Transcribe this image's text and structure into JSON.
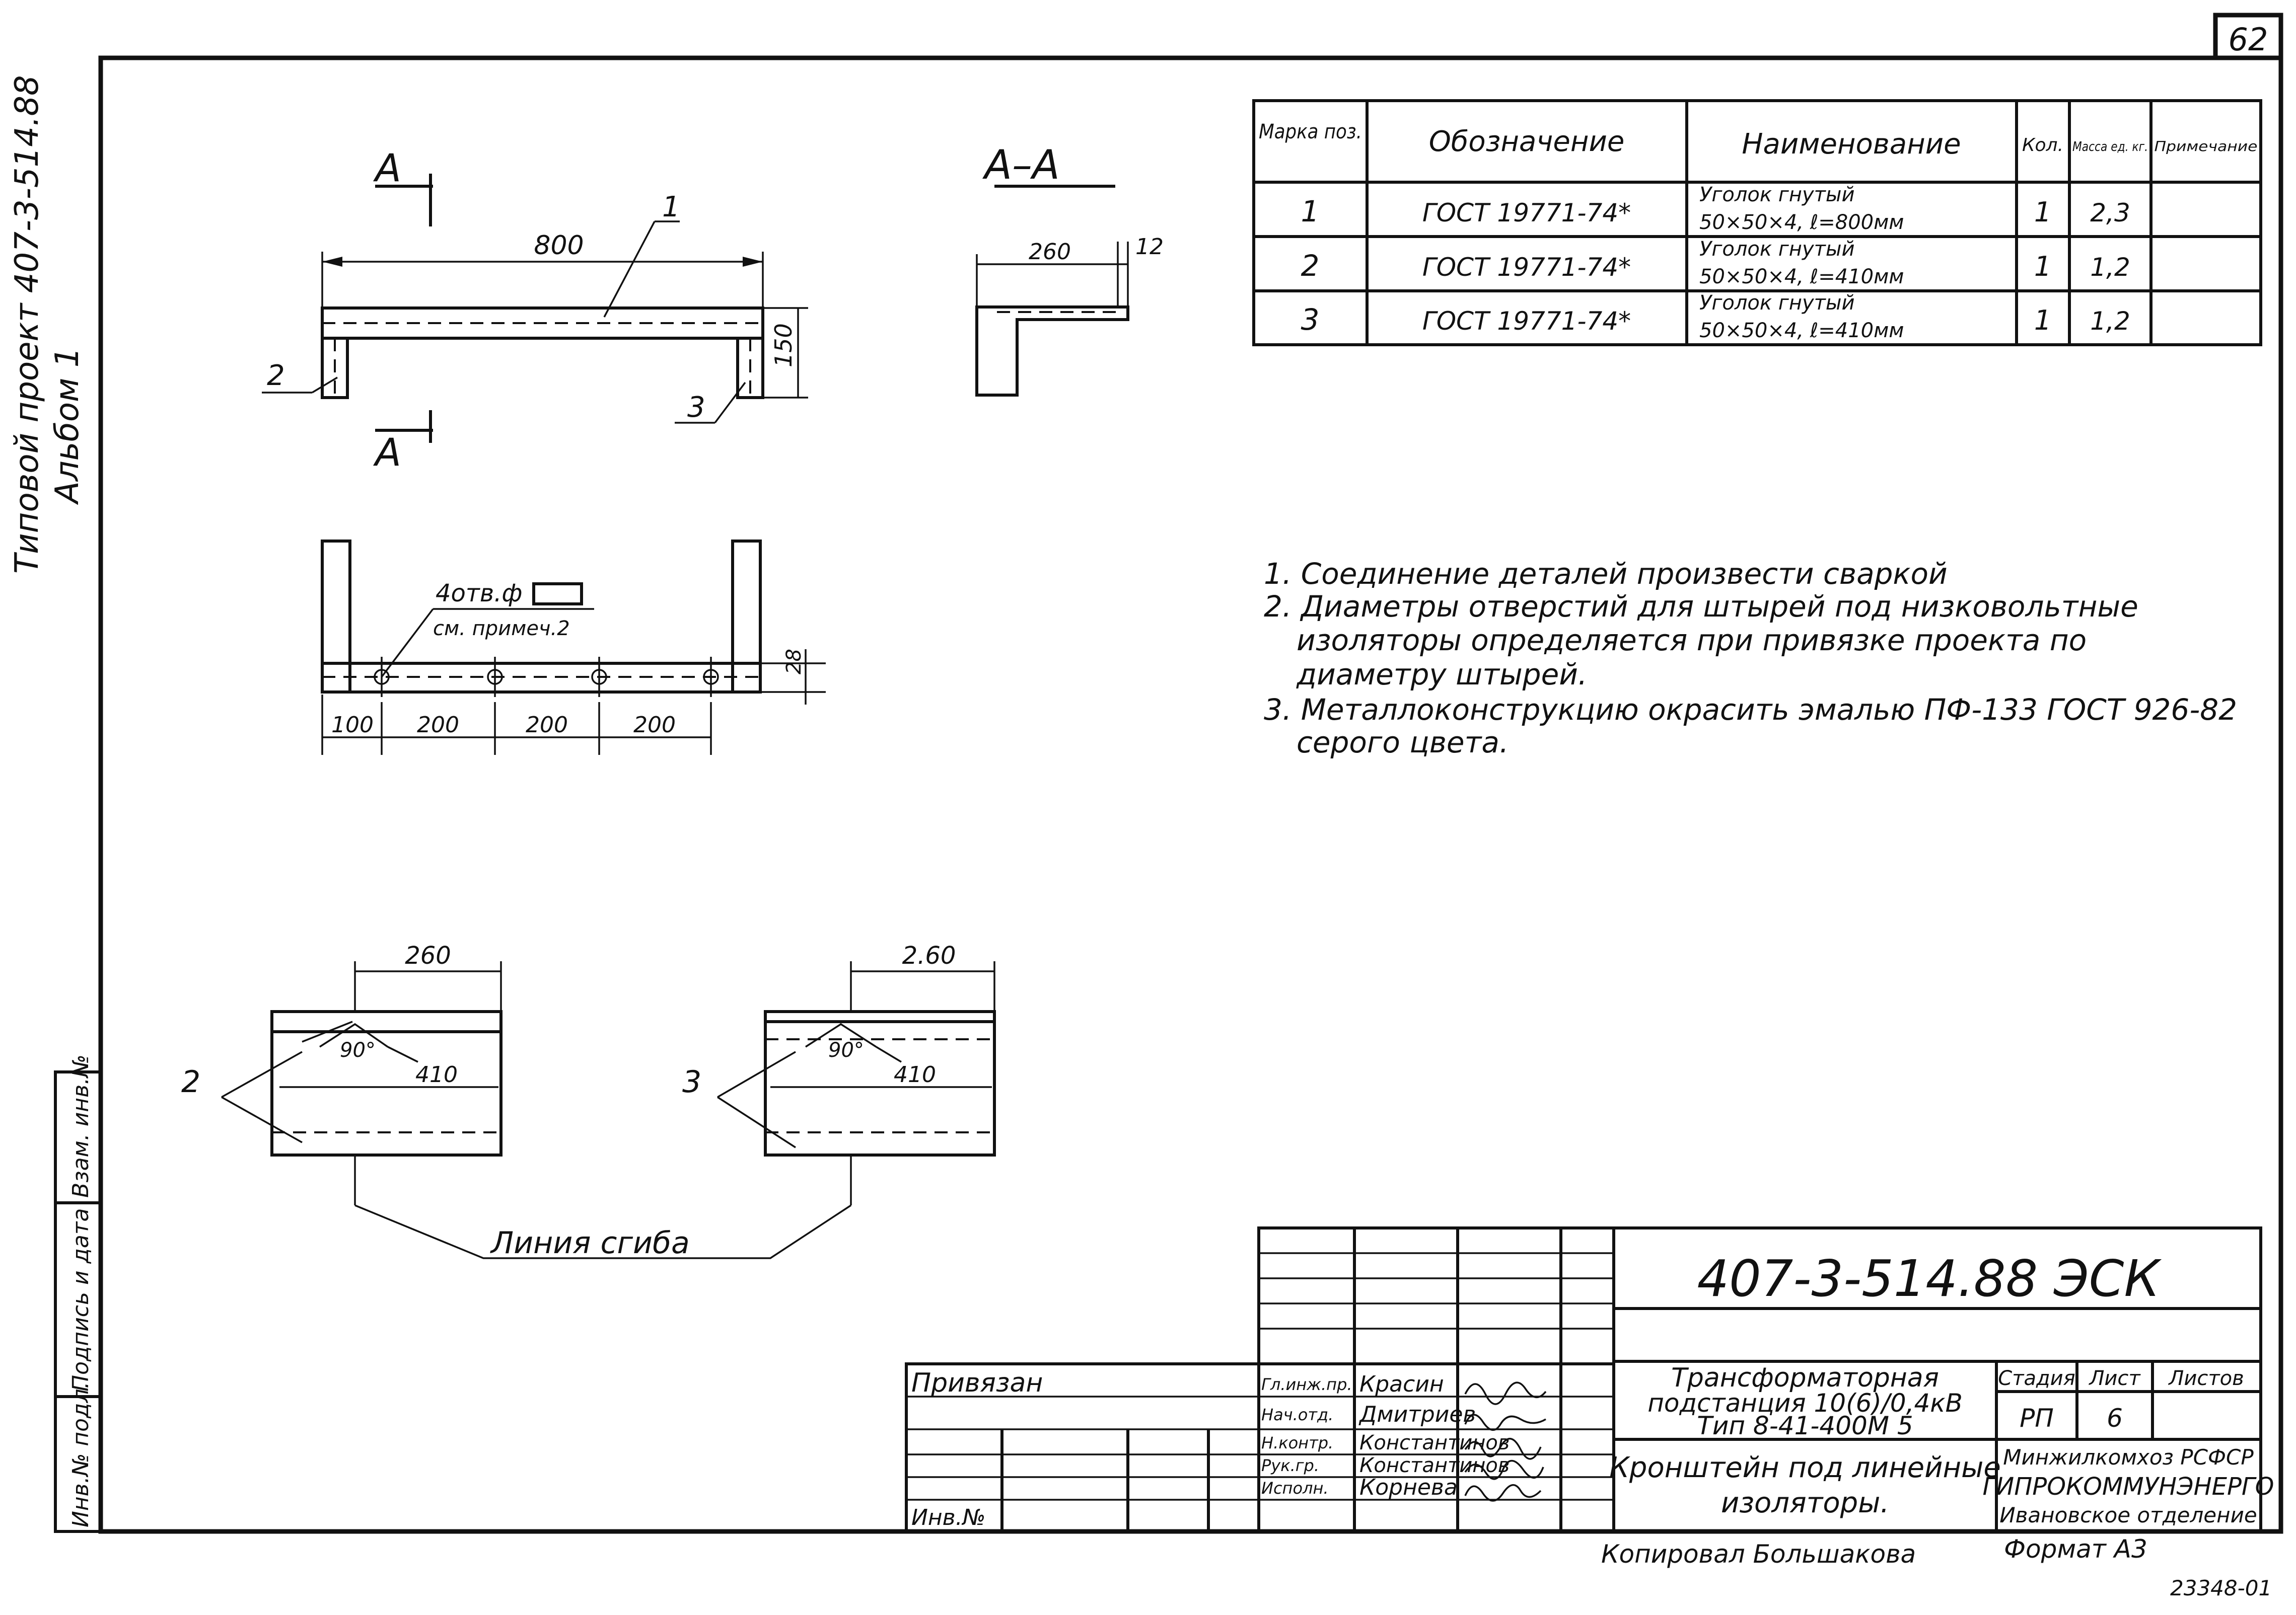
{
  "sheet_number": "62",
  "side_title": {
    "line1": "Типовой проект 407-3-514.88",
    "line2": "Альбом 1"
  },
  "side_stamp": {
    "cell1": "Инв.№ подл.",
    "cell2": "Подпись и дата",
    "cell3": "Взам. инв.№"
  },
  "section_marks": {
    "top": "A",
    "bottom": "A",
    "section_title": "A–A"
  },
  "drawing_dims": {
    "length_800": "800",
    "height_150": "150",
    "section_260": "260",
    "section_12": "12",
    "height_28": "28",
    "pitch_100": "100",
    "pitch_200a": "200",
    "pitch_200b": "200",
    "pitch_200c": "200",
    "holes_note": "4отв.ф",
    "holes_note2": "см. примеч.2",
    "blank_260a": "260",
    "blank_260b": "2.60",
    "angle_a": "90°",
    "angle_b": "90°",
    "len_410a": "410",
    "len_410b": "410",
    "pos_1": "1",
    "pos_2_top": "2",
    "pos_3_top": "3",
    "pos_2_bottom": "2",
    "pos_3_bottom": "3",
    "bend_line": "Линия сгиба"
  },
  "spec_table": {
    "headers": [
      "Марка поз.",
      "Обозначение",
      "Наименование",
      "Кол.",
      "Масса ед. кг.",
      "Примечание"
    ],
    "rows": [
      {
        "pos": "1",
        "designation": "ГОСТ 19771-74*",
        "name1": "Уголок гнутый",
        "name2": "50×50×4,  ℓ=800мм",
        "qty": "1",
        "mass": "2,3",
        "note": ""
      },
      {
        "pos": "2",
        "designation": "ГОСТ 19771-74*",
        "name1": "Уголок гнутый",
        "name2": "50×50×4,  ℓ=410мм",
        "qty": "1",
        "mass": "1,2",
        "note": ""
      },
      {
        "pos": "3",
        "designation": "ГОСТ 19771-74*",
        "name1": "Уголок гнутый",
        "name2": "50×50×4,  ℓ=410мм",
        "qty": "1",
        "mass": "1,2",
        "note": ""
      }
    ]
  },
  "notes": [
    "1. Соединение деталей произвести сваркой",
    "2. Диаметры отверстий для штырей под низковольтные",
    "изоляторы определяется при привязке проекта по",
    "диаметру штырей.",
    "3. Металлоконструкцию окрасить эмалью ПФ-133 ГОСТ 926-82",
    "серого цвета."
  ],
  "title_block": {
    "doc_code": "407-3-514.88 ЭСК",
    "bound_label": "Привязан",
    "inv_label": "Инв.№",
    "roles": [
      {
        "role": "Гл.инж.пр.",
        "name": "Красин"
      },
      {
        "role": "Нач.отд.",
        "name": "Дмитриев"
      },
      {
        "role": "Н.контр.",
        "name": "Константинов"
      },
      {
        "role": "Рук.гр.",
        "name": "Константинов"
      },
      {
        "role": "Исполн.",
        "name": "Корнева"
      }
    ],
    "object_line1": "Трансформаторная",
    "object_line2": "подстанция 10(6)/0,4кВ",
    "object_line3": "Тип 8-41-400М 5",
    "drawing_line1": "Кронштейн под линейные",
    "drawing_line2": "изоляторы.",
    "stage_label": "Стадия",
    "sheet_label": "Лист",
    "sheets_label": "Листов",
    "stage_value": "РП",
    "sheet_value": "6",
    "org_line1": "Минжилкомхоз РСФСР",
    "org_line2": "ГИПРОКОММУНЭНЕРГО",
    "org_line3": "Ивановское отделение",
    "copied": "Копировал  Большакова",
    "format": "Формат А3",
    "archive_no": "23348-01"
  }
}
